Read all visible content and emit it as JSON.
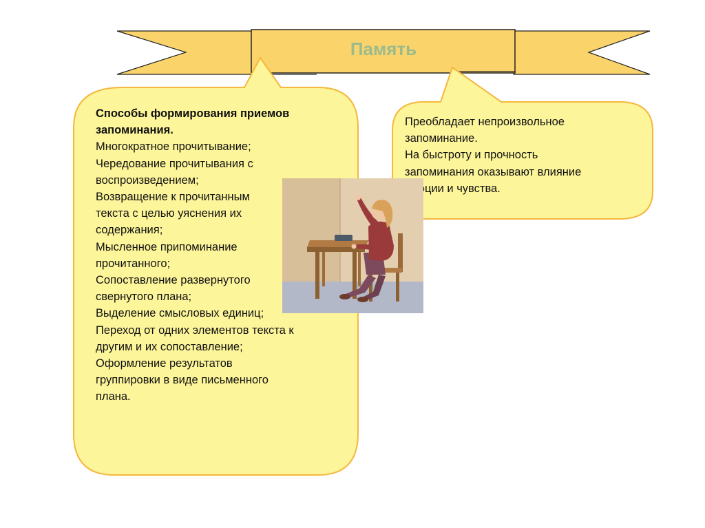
{
  "title": "Память",
  "left_box": {
    "heading_lines": [
      "Способы формирования приемов",
      "запоминания."
    ],
    "lines": [
      "Многократное прочитывание;",
      "Чередование прочитывания с",
      "воспроизведением;",
      "Возвращение к прочитанным",
      "текста с целью уяснения их",
      "содержания;",
      "Мысленное припоминание",
      "прочитанного;",
      "Сопоставление развернутого",
      "свернутого плана;",
      "Выделение смысловых единиц;",
      "Переход от одних элементов текста к",
      "другим и их сопоставление;",
      "Оформление результатов",
      "группировки в виде письменного",
      "плана."
    ]
  },
  "right_box": {
    "lines": [
      "Преобладает непроизвольное",
      "запоминание.",
      "На быстроту и прочность",
      "запоминания оказывают влияние",
      "эмоции и чувства."
    ]
  },
  "colors": {
    "banner_fill": "#fbd36b",
    "callout_fill": "#fdf59a",
    "callout_stroke": "#f5b73d",
    "title_color": "#9bbb8d"
  },
  "illustration": "girl-at-desk-raising-hand"
}
